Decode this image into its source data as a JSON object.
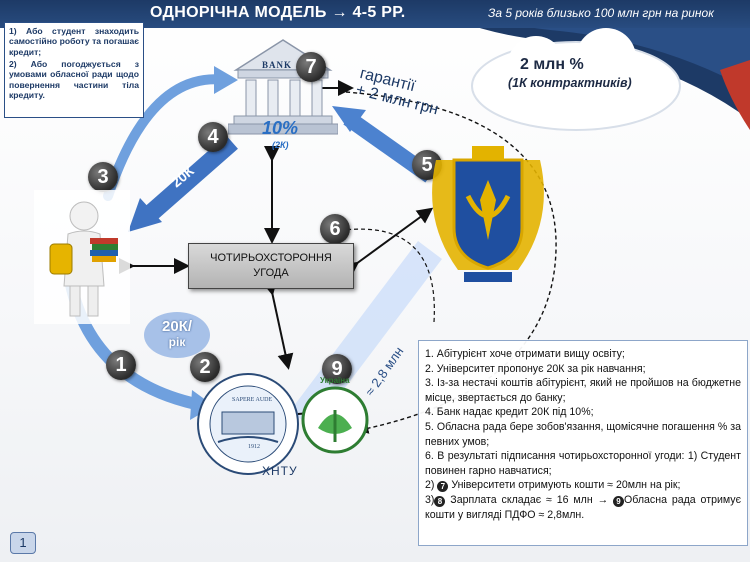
{
  "header": {
    "title": "ОДНОРІЧНА МОДЕЛЬ → 4-5 РР.",
    "note": "За 5 років близько 100 млн грн на ринок"
  },
  "conditions": [
    "1) Або студент знаходить самостійно роботу та погашає кредит;",
    "2) Або погоджується з умовами обласної ради щодо повернення частини тіла кредиту."
  ],
  "bank": {
    "label": "BANK",
    "rate": "10%",
    "rate_note": "(2К)"
  },
  "badges": {
    "1": "1",
    "2": "2",
    "3": "3",
    "4": "4",
    "5": "5",
    "6": "6",
    "7": "7",
    "8": "8",
    "9": "9"
  },
  "flows": {
    "guarantee_line1": "гарантії",
    "guarantee_line2": "+ 2 млн грн",
    "credit": "20К",
    "income": "≈ 2,8 млн"
  },
  "cloud": {
    "amount": "2 млн %",
    "contractors": "(1К контрактників)"
  },
  "agreement": {
    "line1": "ЧОТИРЬОХСТОРОННЯ",
    "line2": "УГОДА"
  },
  "fee": {
    "amount": "20К/",
    "period": "рік"
  },
  "university": {
    "motto": "SAPERE AUDE",
    "year": "1912",
    "abbr": "ХНТУ"
  },
  "region_logo": {
    "label": "Україна"
  },
  "steps": [
    "1. Абітурієнт хоче отримати вищу освіту;",
    "2. Університет пропонує 20К за рік навчання;",
    "3. Із-за нестачі коштів абітурієнт, який не пройшов на бюджетне місце, звертається до банку;",
    "4. Банк надає кредит 20К під 10%;",
    "5. Обласна рада бере зобов'язання, щомісячне погашення % за певних умов;",
    "6. В результаті підписання чотирьохсторонної угоди: 1) Студент повинен гарно навчатися;"
  ],
  "steps_tail": {
    "7_prefix": "2) ",
    "7_text": "Університети отримують кошти ≈ 20млн на рік;",
    "8_prefix": "3)",
    "8_text": "Зарплата складає ≈ 16 млн → ",
    "9_text": "Обласна рада отримує кошти у вигляді ПДФО ≈ 2,8млн."
  },
  "slide_number": "1"
}
